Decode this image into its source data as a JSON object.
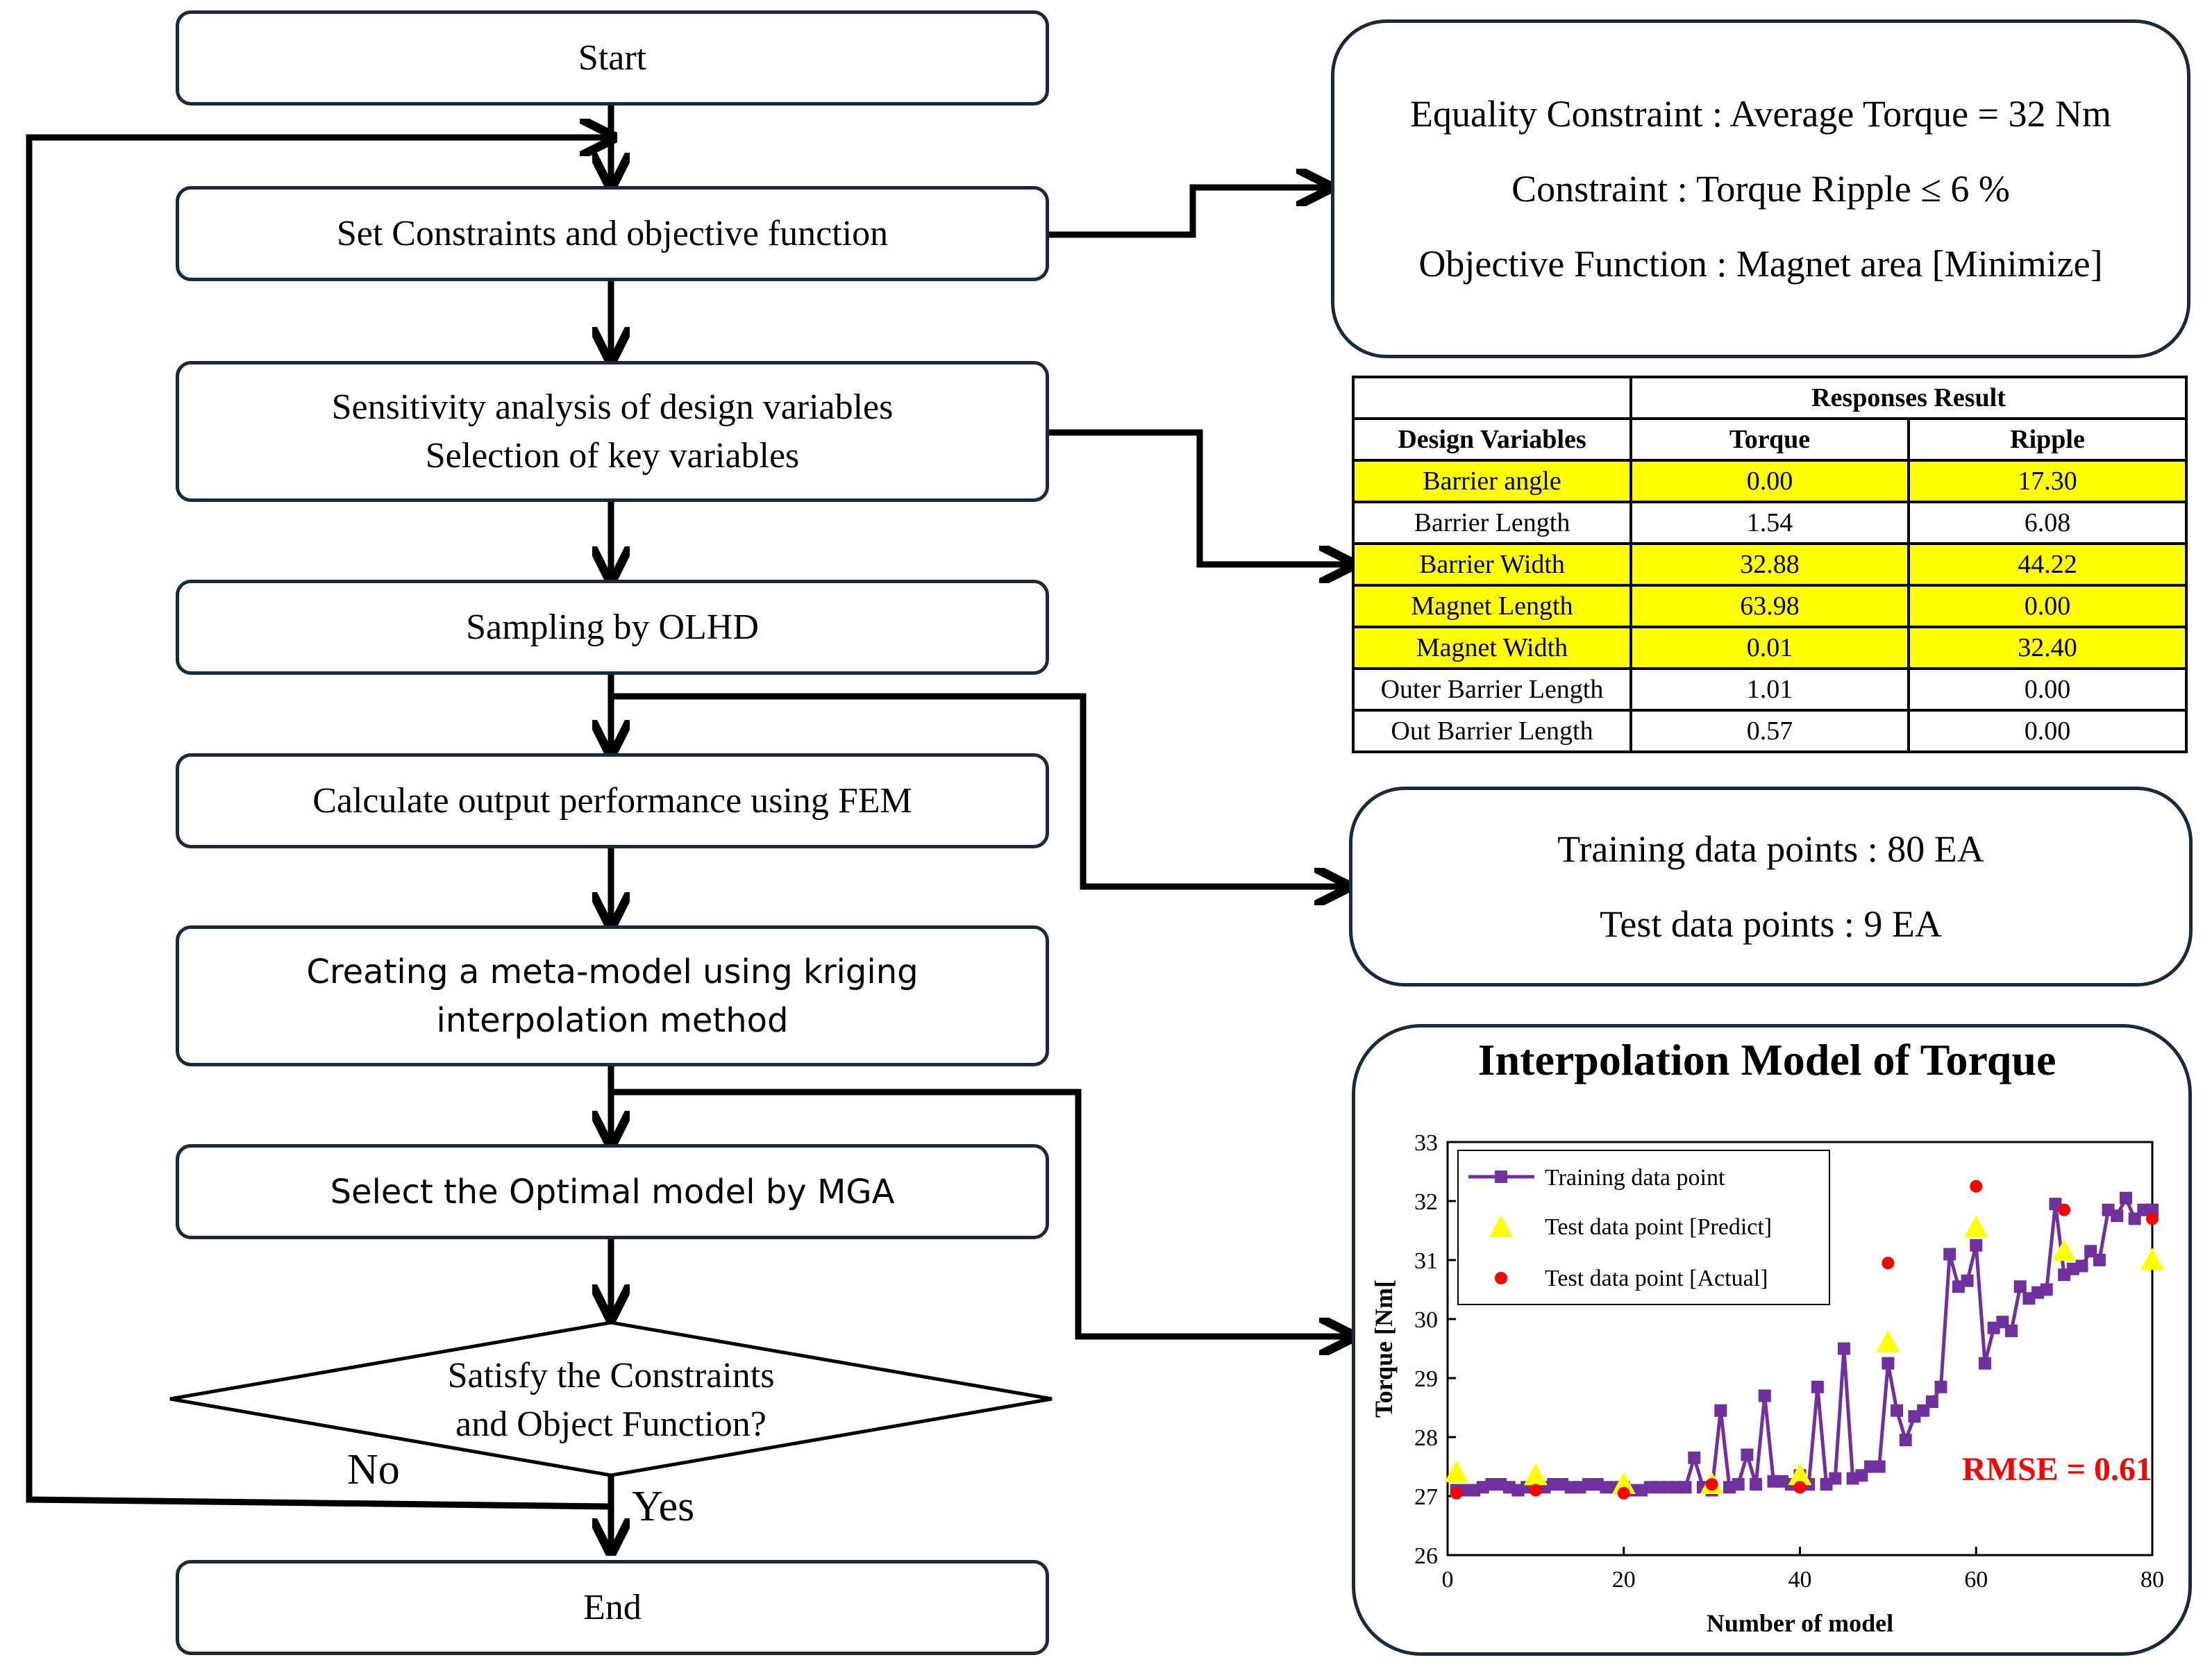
{
  "flow": {
    "start": "Start",
    "set_constraints": "Set Constraints and objective function",
    "sensitivity_line1": "Sensitivity analysis of design variables",
    "sensitivity_line2": "Selection of key variables",
    "sampling": "Sampling by OLHD",
    "calculate": "Calculate output performance using FEM",
    "metamodel_line1": "Creating a meta-model using kriging",
    "metamodel_line2": "interpolation method",
    "select_optimal": "Select the Optimal model by MGA",
    "decision_line1": "Satisfy the Constraints",
    "decision_line2": "and Object Function?",
    "no_label": "No",
    "yes_label": "Yes",
    "end": "End"
  },
  "constraints_panel": {
    "equality": "Equality Constraint : Average Torque = 32 Nm",
    "constraint": "Constraint : Torque Ripple ≤ 6 %",
    "objective": "Objective Function : Magnet area [Minimize]"
  },
  "responses_table": {
    "group_header": "Responses Result",
    "headers": [
      "Design Variables",
      "Torque",
      "Ripple"
    ],
    "rows": [
      {
        "variable": "Barrier angle",
        "torque": "0.00",
        "ripple": "17.30",
        "highlight": true
      },
      {
        "variable": "Barrier Length",
        "torque": "1.54",
        "ripple": "6.08",
        "highlight": false
      },
      {
        "variable": "Barrier Width",
        "torque": "32.88",
        "ripple": "44.22",
        "highlight": true
      },
      {
        "variable": "Magnet Length",
        "torque": "63.98",
        "ripple": "0.00",
        "highlight": true
      },
      {
        "variable": "Magnet Width",
        "torque": "0.01",
        "ripple": "32.40",
        "highlight": true
      },
      {
        "variable": "Outer Barrier Length",
        "torque": "1.01",
        "ripple": "0.00",
        "highlight": false
      },
      {
        "variable": "Out Barrier Length",
        "torque": "0.57",
        "ripple": "0.00",
        "highlight": false
      }
    ],
    "highlight_color": "#ffff00"
  },
  "data_points_panel": {
    "training": "Training data points : 80 EA",
    "test": "Test data points : 9 EA"
  },
  "chart_data": {
    "type": "line",
    "title": "Interpolation Model of Torque",
    "xlabel": "Number of model",
    "ylabel": "Torque [Nm[",
    "xlim": [
      0,
      80
    ],
    "ylim": [
      26,
      33
    ],
    "xticks": [
      0,
      20,
      40,
      60,
      80
    ],
    "yticks": [
      26,
      27,
      28,
      29,
      30,
      31,
      32,
      33
    ],
    "legend_position": "top-left",
    "annotation": "RMSE = 0.61",
    "annotation_color": "#ff0000",
    "series": [
      {
        "name": "Training data point",
        "color": "#7030a0",
        "marker": "square",
        "x": [
          1,
          2,
          3,
          4,
          5,
          6,
          7,
          8,
          9,
          10,
          11,
          12,
          13,
          14,
          15,
          16,
          17,
          18,
          19,
          20,
          21,
          22,
          23,
          24,
          25,
          26,
          27,
          28,
          29,
          30,
          31,
          32,
          33,
          34,
          35,
          36,
          37,
          38,
          39,
          40,
          41,
          42,
          43,
          44,
          45,
          46,
          47,
          48,
          49,
          50,
          51,
          52,
          53,
          54,
          55,
          56,
          57,
          58,
          59,
          60,
          61,
          62,
          63,
          64,
          65,
          66,
          67,
          68,
          69,
          70,
          71,
          72,
          73,
          74,
          75,
          76,
          77,
          78,
          79,
          80
        ],
        "y": [
          27.1,
          27.1,
          27.1,
          27.15,
          27.2,
          27.2,
          27.15,
          27.1,
          27.15,
          27.2,
          27.15,
          27.2,
          27.2,
          27.15,
          27.15,
          27.2,
          27.2,
          27.15,
          27.15,
          27.15,
          27.1,
          27.1,
          27.15,
          27.15,
          27.15,
          27.15,
          27.15,
          27.65,
          27.15,
          27.1,
          28.45,
          27.15,
          27.2,
          27.7,
          27.2,
          28.7,
          27.25,
          27.25,
          27.2,
          27.35,
          27.2,
          28.85,
          27.2,
          27.3,
          29.5,
          27.3,
          27.35,
          27.5,
          27.5,
          29.25,
          28.45,
          27.95,
          28.35,
          28.45,
          28.6,
          28.85,
          31.1,
          30.55,
          30.65,
          31.25,
          29.25,
          29.85,
          29.95,
          29.8,
          30.55,
          30.35,
          30.45,
          30.5,
          31.95,
          30.75,
          30.85,
          30.9,
          31.15,
          31.0,
          31.85,
          31.75,
          32.05,
          31.7,
          31.85,
          31.85
        ]
      },
      {
        "name": "Test data point [Predict]",
        "color": "#ffff00",
        "marker": "triangle",
        "x": [
          1,
          10,
          20,
          30,
          40,
          50,
          60,
          70,
          80
        ],
        "y": [
          27.4,
          27.35,
          27.2,
          27.2,
          27.35,
          29.6,
          31.55,
          31.15,
          31.0
        ]
      },
      {
        "name": "Test data point [Actual]",
        "color": "#ff0000",
        "marker": "circle",
        "x": [
          1,
          10,
          20,
          30,
          40,
          50,
          60,
          70,
          80
        ],
        "y": [
          27.05,
          27.1,
          27.05,
          27.2,
          27.15,
          30.95,
          32.25,
          31.85,
          31.7
        ]
      }
    ]
  }
}
